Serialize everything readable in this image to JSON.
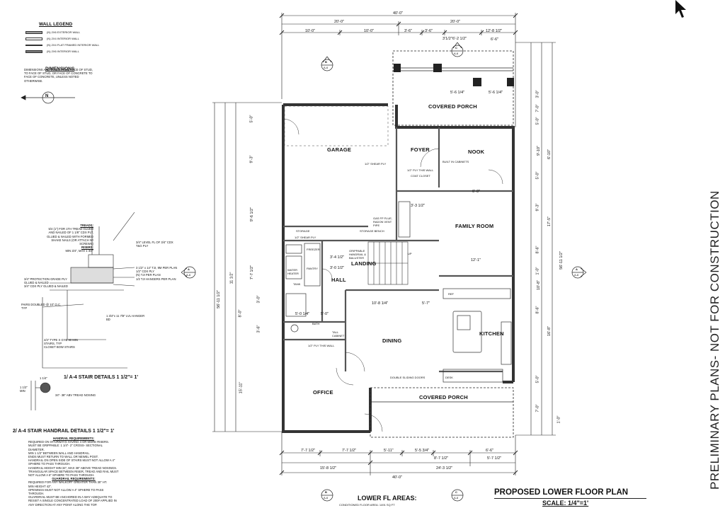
{
  "legend": {
    "title": "WALL LEGEND",
    "items": [
      {
        "label": "(N) 2X6 EXTERIOR WALL",
        "swatch": "#9a9a9a"
      },
      {
        "label": "(N) 2X4 INTERIOR WALL",
        "swatch": "#ffffff"
      },
      {
        "label": "(N) 2X4 FLAT FRAMED INTERIOR WALL",
        "swatch": "#333333"
      },
      {
        "label": "(N) 2X6 INTERIOR WALL",
        "swatch": "#777777"
      }
    ],
    "dimensions_title": "DIMENSIONS",
    "dimensions_note": "DIMENSIONS ARE TAKEN FROM FACE OF STUD, TO FACE OF STUD, OR FACE OF CONCRETE TO FACE OF CONCRETE, UNLESS NOTED OTHERWISE."
  },
  "details": {
    "stair_title": "1/ A-4 STAIR DETAILS 1 1/2\"= 1'",
    "handrail_title": "2/ A-4 STAIR HANDRAIL DETAILS 1 1/2\"= 1'",
    "stair_notes": [
      "TREADS:",
      "5/4 (1\") FOR 1TH TREAD GLUED AND NAILED OF 1 1/8\" CDX PLY, GLUED & NAILED WITH FORMED SHAKE NAILS (OR ATTACH W/ SCREWS)",
      "RISERS:",
      "MIN 3/4\", MAX 1 3/4\"",
      "3/4\" LEVEL FL OF 3/4\" CDX T&G PLY",
      "3 1/2\" x 14\" TJI, 9M PER PLAN",
      "1/2\" CDX PLY",
      "(N) TJI PER PLAN",
      "1/2 TJI HANGERS PER PLAN",
      "3/4\" PROTECTION GRADE PLY GLUED & NAILED",
      "3/4\" CDX PLY GLUED & NAILED",
      "PAIRS DOUBLED @ 10\" O.C. TYP",
      "1 3/4\"x 11 7/8\" LVL HANGER BD",
      "4/4\" TYPE X GYB 90 MIN STAIRS, TYP",
      "CLOSET BOW STAIRS"
    ],
    "handrail_notes": [
      "HANDRAIL REQUIREMENTS:",
      "REQUIRED ON STAIRWAYS HAVING 4 OR MORE RISERS.",
      "MUST BE GRIPPABLE: 1 1/4\"- 2\" CROSS- SECTIONAL DIAMETER.",
      "MIN 1 1/2\" BETWEEN WALL AND HANDRAIL.",
      "ENDS MUST RETURN TO WALL OR NEWEL POST.",
      "HANDRAIL ON OPEN SIDE OF STAIRS MUST NOT ALLOW A 4\" SPHERE TO PASS THROUGH.",
      "HANDRAIL HEIGHT MIN 34\", MAX 38\" ABOVE TREAD NOSINGS.",
      "TRIANGULAR SPACE BETWEEN RISER, TREAD AND RAIL MUST NOT ALLOW A 6\" SPHERE TO PASS THROUGH.",
      "GUARDRAIL REQUIREMENTS:",
      "REQUIRED FOR ANY WALKOFF GREATER THAN 30\" HT.",
      "MIN HEIGHT 42\".",
      "OPENINGS MUST NOT ALLOW A 4\" SPHERE TO PASS THROUGH.",
      "GUARDRAIL MUST BE ANCHORED IN A WAY ADEQUATE TO RESIST A SINGLE CONCENTRATED LOAD OF 200# APPLIED IN ANY DIRECTION AT ANY POINT ALONG THE TOP."
    ],
    "rail_labels": [
      "1 1/4\"",
      "1 1/2\" MIN",
      "34\"- 38\" ABV TREAD NOSING"
    ]
  },
  "rooms": {
    "garage": "GARAGE",
    "foyer": "FOYER",
    "nook": "NOOK",
    "family": "FAMILY ROOM",
    "landing": "LANDING",
    "hall": "HALL",
    "dining": "DINING",
    "kitchen": "KITCHEN",
    "office": "OFFICE",
    "porch_top": "COVERED PORCH",
    "porch_bottom": "COVERED PORCH"
  },
  "labels": {
    "storage1": "STORAGE",
    "storage2": "STORAGE BENCH",
    "shear1": "1/2\" SHEAR PLY",
    "shear2": "1/2\" SHEAR PLY",
    "coat": "COAT CLOSET",
    "builtin": "BUILT IN CABINETS",
    "plywall": "1/2\" PLY THIS WALL",
    "plywall2": "1/2\" PLY THIS WALL",
    "gas": "GAS FP FLUE, RADON VENT PIPE",
    "pantry": "PANTRY",
    "freezer": "FREEZER",
    "wh": "WATER HEATER",
    "tank": "TANK",
    "handrail": "GRIPPABLE HANDRAIL & BALUSTER",
    "ref": "REF",
    "desk": "DESK",
    "tall": "TALL CABINET",
    "sliding": "DOUBLE SLIDING DOORS",
    "bath": "BATH",
    "up": "UP"
  },
  "dims_top": [
    "40'-0\"",
    "20'-0\"",
    "20'-0\"",
    "10'-0\"",
    "10'-0\"",
    "3'-6\"",
    "3'-6\"",
    "6'-2 1/2\"",
    "12'-8 1/2\"",
    "3'1/2\"",
    "6'-6\"",
    "5'-6 1/4\"",
    "5'-6 1/4\""
  ],
  "dims_bottom": [
    "7'-7 1/2\"",
    "7'-7 1/2\"",
    "5'-11\"",
    "5'-5 3/4\"",
    "6'-6\"",
    "8'-7 1/2\"",
    "5'-7 1/2\"",
    "15'-8 1/2\"",
    "24'-3 1/2\"",
    "40'-0\""
  ],
  "dims_left": [
    "5'-0\"",
    "9'-3\"",
    "9'-6 1/2\"",
    "7'-7 1/2\"",
    "11 1/2\"",
    "3'-0\"",
    "3'-6\"",
    "8'-0\"",
    "15'-11\"",
    "56'-11 1/2\""
  ],
  "dims_right": [
    "3'-0\"",
    "7'-0\"",
    "5'-0\"",
    "9'-10\"",
    "6'-10\"",
    "5'-0\"",
    "9'-3\"",
    "17'-5\"",
    "1'-0\"",
    "10'-8\"",
    "8'-6\"",
    "56'-11 1/2\"",
    "16'-8\"",
    "8'-6\"",
    "5'-0\"",
    "7'-0\"",
    "1'-0\""
  ],
  "dims_interior": [
    "12'-1\"",
    "10'-8 1/4\"",
    "5'-7\"",
    "6'-0\"",
    "5'-0 1/4\"",
    "3'-4 1/2\"",
    "3'-0 1/2\"",
    "5'-0\"",
    "3'-3 1/2\""
  ],
  "section_markers": [
    {
      "letter": "B",
      "sheet": "A-6"
    },
    {
      "letter": "C",
      "sheet": "A-6"
    },
    {
      "letter": "A",
      "sheet": "A-6"
    },
    {
      "letter": "A",
      "sheet": "A-6"
    },
    {
      "letter": "B",
      "sheet": "A-6"
    },
    {
      "letter": "C",
      "sheet": "A-6"
    }
  ],
  "watermark": "PRELIMINARY PLANS- NOT FOR CONSTRUCTION",
  "title": "PROPOSED LOWER FLOOR PLAN",
  "scale": "SCALE: 1/4\"=1'",
  "areas_title": "LOWER FL AREAS:",
  "areas_note": "CONDITIONED FLOOR AREA: 1491 SQ FT",
  "north_arrow": "N",
  "icons": [
    "cursor-arrow-icon",
    "north-arrow-icon"
  ]
}
